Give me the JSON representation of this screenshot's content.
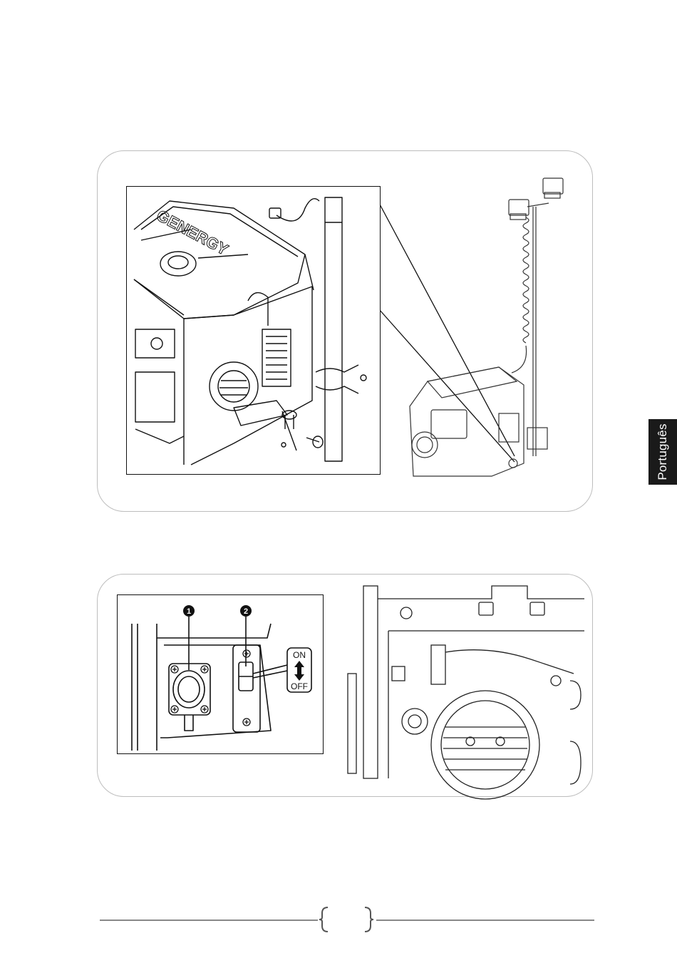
{
  "side_tab": {
    "label": "Português"
  },
  "figure1": {
    "brand_text": "GENERGY"
  },
  "figure2": {
    "callouts": [
      "1",
      "2"
    ],
    "switch_labels": {
      "on": "ON",
      "off": "OFF"
    }
  },
  "footer": {
    "page_number": ""
  },
  "colors": {
    "line": "#111111",
    "panel_border": "#bdbdbd",
    "tab_bg": "#1a1a1a",
    "tab_text": "#ffffff"
  },
  "icons": [
    "up-down-arrow-icon",
    "screw-icon"
  ]
}
